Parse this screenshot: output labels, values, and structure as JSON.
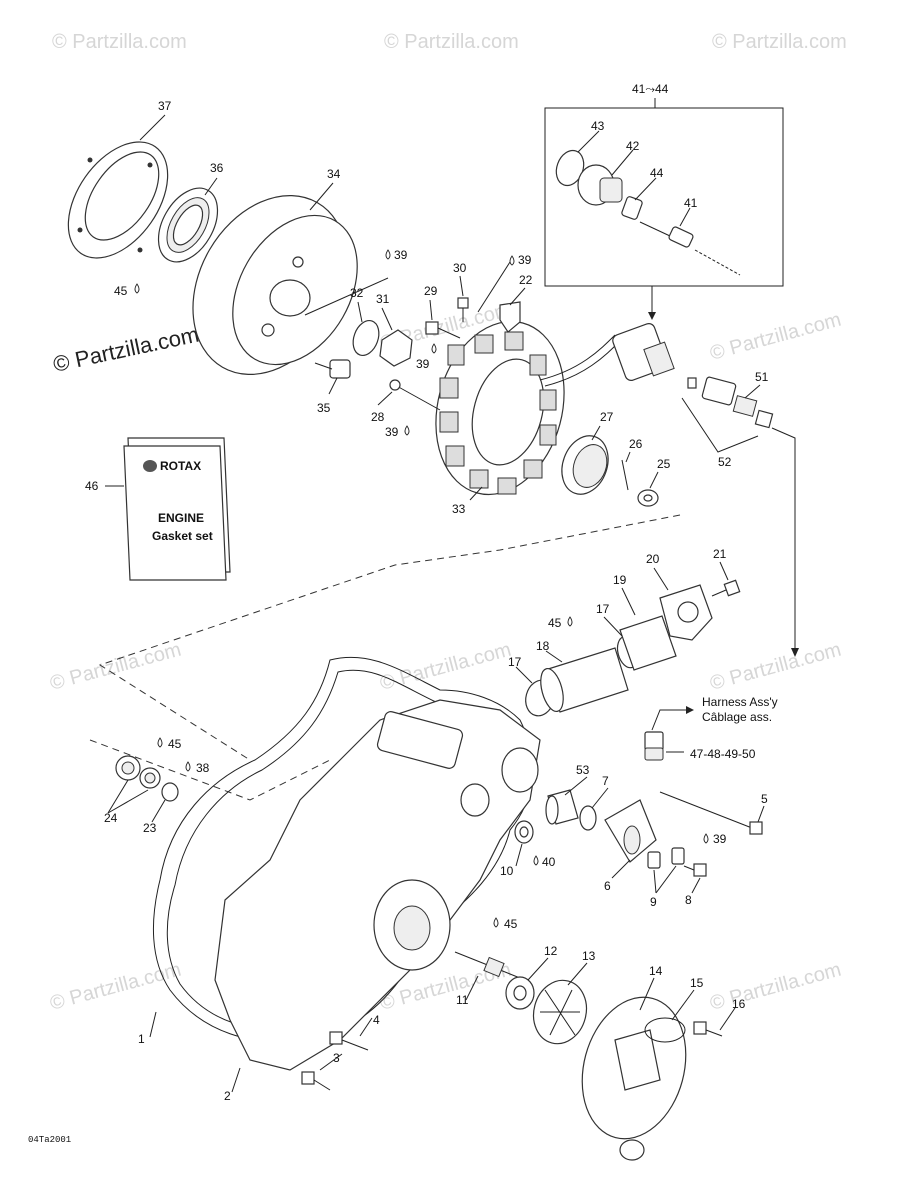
{
  "watermark": "© Partzilla.com",
  "watermark_main": "© Partzilla.com",
  "box_label": "41⤳44",
  "harness": {
    "line1": "Harness Ass'y",
    "line2": "Câblage ass.",
    "parts": "47-48-49-50"
  },
  "booklet": {
    "brand": "ROTAX",
    "line1": "ENGINE",
    "line2": "Gasket set"
  },
  "figure_code": "04Ta2001",
  "callouts": {
    "c1": "1",
    "c2": "2",
    "c3": "3",
    "c4": "4",
    "c5": "5",
    "c6": "6",
    "c7": "7",
    "c8": "8",
    "c9": "9",
    "c10": "10",
    "c11": "11",
    "c12": "12",
    "c13": "13",
    "c14": "14",
    "c15": "15",
    "c16": "16",
    "c17a": "17",
    "c17b": "17",
    "c18": "18",
    "c19": "19",
    "c20": "20",
    "c21": "21",
    "c22": "22",
    "c23": "23",
    "c24": "24",
    "c25": "25",
    "c26": "26",
    "c27": "27",
    "c28": "28",
    "c29": "29",
    "c30": "30",
    "c31": "31",
    "c32": "32",
    "c33": "33",
    "c34": "34",
    "c35": "35",
    "c36": "36",
    "c37": "37",
    "c41": "41",
    "c42": "42",
    "c43": "43",
    "c44": "44",
    "c46": "46",
    "c51": "51",
    "c52": "52",
    "c53": "53"
  },
  "sealants": {
    "s45a": "45",
    "s39a": "39",
    "s39b": "39",
    "s39c": "39",
    "s39d": "39",
    "s45b": "45",
    "s45c": "45",
    "s38": "38",
    "s39e": "39",
    "s40": "40",
    "s45d": "45"
  }
}
